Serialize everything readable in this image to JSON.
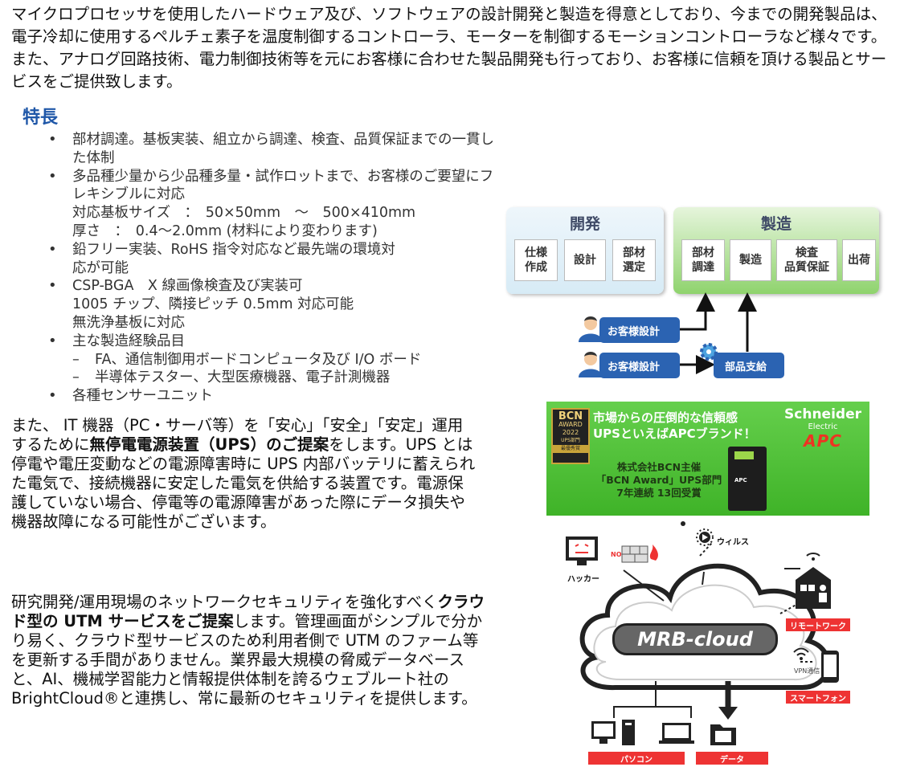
{
  "intro": "マイクロプロセッサを使用したハードウェア及び、ソフトウェアの設計開発と製造を得意としており、今までの開発製品は、電子冷却に使用するペルチェ素子を温度制御するコントローラ、モーターを制御するモーションコントローラなど様々です。また、アナログ回路技術、電力制御技術等を元にお客様に合わせた製品開発も行っており、お客様に信頼を頂ける製品とサービスをご提供致します。",
  "features": {
    "title": "特長",
    "items": [
      "部材調達。基板実装、組立から調達、検査、品質保証までの一貫した体制",
      "多品種少量から少品種多量・試作ロットまで、お客様のご要望にフレキシブルに対応",
      "対応基板サイズ　：　50×50mm　～　500×410mm",
      "厚さ　：　0.4～2.0mm (材料により変わります)",
      "鉛フリー実装、RoHS 指令対応など最先端の環境対",
      "応が可能",
      "CSP-BGA　X 線画像検査及び実装可",
      "1005 チップ、隣接ピッチ 0.5mm 対応可能",
      "無洗浄基板に対応",
      "主な製造経験品目",
      "FA、通信制御用ボードコンピュータ及び I/O ボード",
      "半導体テスター、大型医療機器、電子計測機器",
      "各種センサーユニット"
    ]
  },
  "ups": {
    "pre": "また、 IT 機器（PC・サーバ等）を「安心」「安全」「安定」運用するために",
    "bold": "無停電電源装置（UPS）のご提案",
    "post": "をします。UPS とは停電や電圧変動などの電源障害時に UPS 内部バッテリに蓄えられた電気で、接続機器に安定した電気を供給する装置です。電源保護していない場合、停電等の電源障害があった際にデータ損失や機器故障になる可能性がございます。"
  },
  "utm": {
    "pre": "研究開発/運用現場のネットワークセキュリティを強化すべく",
    "bold": "クラウド型の UTM サービスをご提案",
    "post": "します。管理画面がシンプルで分かり易く、クラウド型サービスのため利用者側で UTM のファーム等を更新する手間がありません。業界最大規模の脅威データベースと、AI、機械学習能力と情報提供体制を誇るウェブルート社の BrightCloud®と連携し、常に最新のセキュリティを提供します。"
  },
  "flow": {
    "dev_title": "開発",
    "dev_cells": [
      "仕様\n作成",
      "設計",
      "部材\n選定"
    ],
    "mfg_title": "製造",
    "mfg_cells": [
      "部材\n調達",
      "製造",
      "検査\n品質保証",
      "出荷"
    ],
    "customer1": "お客様設計",
    "customer2": "お客様設計",
    "parts": "部品支給"
  },
  "apc": {
    "bcn1": "BCN",
    "bcn2": "AWARD",
    "bcn3": "2022",
    "bcn4": "UPS部門",
    "bcn5": "最優秀賞",
    "headline1": "市場からの圧倒的な信頼感",
    "headline2": "UPSといえばAPCブランド！",
    "brand1": "Schneider",
    "brand2": "Electric",
    "brand3": "APC",
    "award1": "株式会社BCN主催",
    "award2": "「BCN Award」UPS部門",
    "award3": "7年連続 13回受賞",
    "device": "APC"
  },
  "cloud": {
    "name": "MRB-cloud",
    "virus": "ウィルス",
    "hacker": "ハッカー",
    "no": "NO",
    "remote": "リモートワーク",
    "vpn": "VPN通信",
    "smartphone": "スマートフォン",
    "pc": "パソコン",
    "data": "データ"
  },
  "colors": {
    "accent": "#1f57a8",
    "green": "#3fb328",
    "red": "#e33333",
    "blue": "#2b63b2"
  }
}
